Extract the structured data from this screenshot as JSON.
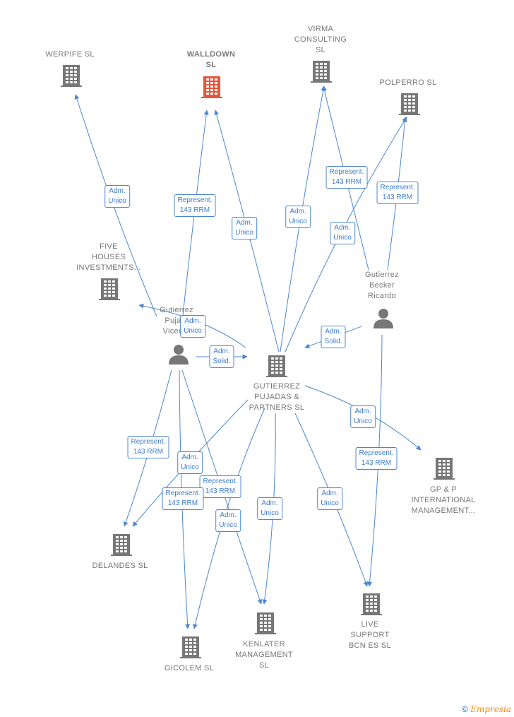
{
  "colors": {
    "edge": "#4a86d0",
    "company": "#777777",
    "highlight": "#e8553a",
    "person": "#777777"
  },
  "companies": {
    "werpife": "WERPIFE  SL",
    "walldown": "WALLDOWN\nSL",
    "virma": "VIRMA\nCONSULTING\nSL",
    "polperro": "POLPERRO  SL",
    "five_houses": "FIVE\nHOUSES\nINVESTMENTS...",
    "gutierrez_pujadas_partners": "GUTIERREZ\nPUJADAS &\nPARTNERS  SL",
    "gp_p": "GP & P\nINTERNATIONAL\nMANAGEMENT...",
    "delandes": "DELANDES  SL",
    "live_support": "LIVE\nSUPPORT\nBCN ES  SL",
    "kenlater": "KENLATER\nMANAGEMENT\nSL",
    "gicolem": "GICOLEM  SL"
  },
  "persons": {
    "gutierrez_pujadas": "Gutierrez\nPuja...\nVicen...",
    "gutierrez_becker": "Gutierrez\nBecker\nRicardo"
  },
  "edge_labels": {
    "adm_unico": "Adm.\nUnico",
    "adm_solid": "Adm.\nSolid.",
    "represent": "Represent.\n143 RRM"
  },
  "footer": {
    "copyright": "©",
    "brand": "Empresia"
  }
}
